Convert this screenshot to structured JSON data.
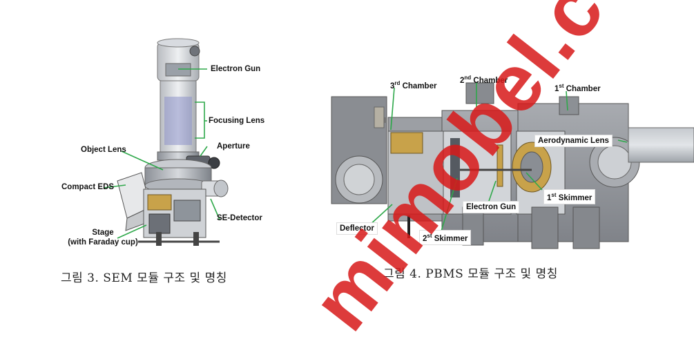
{
  "sem_figure": {
    "labels": {
      "electron_gun": "Electron Gun",
      "focusing_lens": "Focusing Lens",
      "aperture": "Aperture",
      "object_lens": "Object Lens",
      "compact_eds": "Compact EDS",
      "se_detector": "SE-Detector",
      "stage_line1": "Stage",
      "stage_line2": "(with Faraday cup)"
    },
    "caption": "그림 3. SEM 모듈 구조 및 명칭"
  },
  "pbms_figure": {
    "labels": {
      "chamber3_num": "3",
      "chamber3_sup": "rd",
      "chamber3_text": " Chamber",
      "chamber2_num": "2",
      "chamber2_sup": "nd",
      "chamber2_text": " Chamber",
      "chamber1_num": "1",
      "chamber1_sup": "st",
      "chamber1_text": " Chamber",
      "aerodynamic_lens": "Aerodynamic Lens",
      "skimmer1_num": "1",
      "skimmer1_sup": "st",
      "skimmer1_text": " Skimmer",
      "electron_gun": "Electron Gun",
      "deflector": "Deflector",
      "skimmer2_num": "2",
      "skimmer2_sup": "st",
      "skimmer2_text": " Skimmer"
    },
    "caption": "그림 4. PBMS 모듈 구조 및 명칭"
  },
  "watermark": "mimobel.co",
  "colors": {
    "accent_line": "#2ea84a",
    "watermark": "#d81919"
  }
}
